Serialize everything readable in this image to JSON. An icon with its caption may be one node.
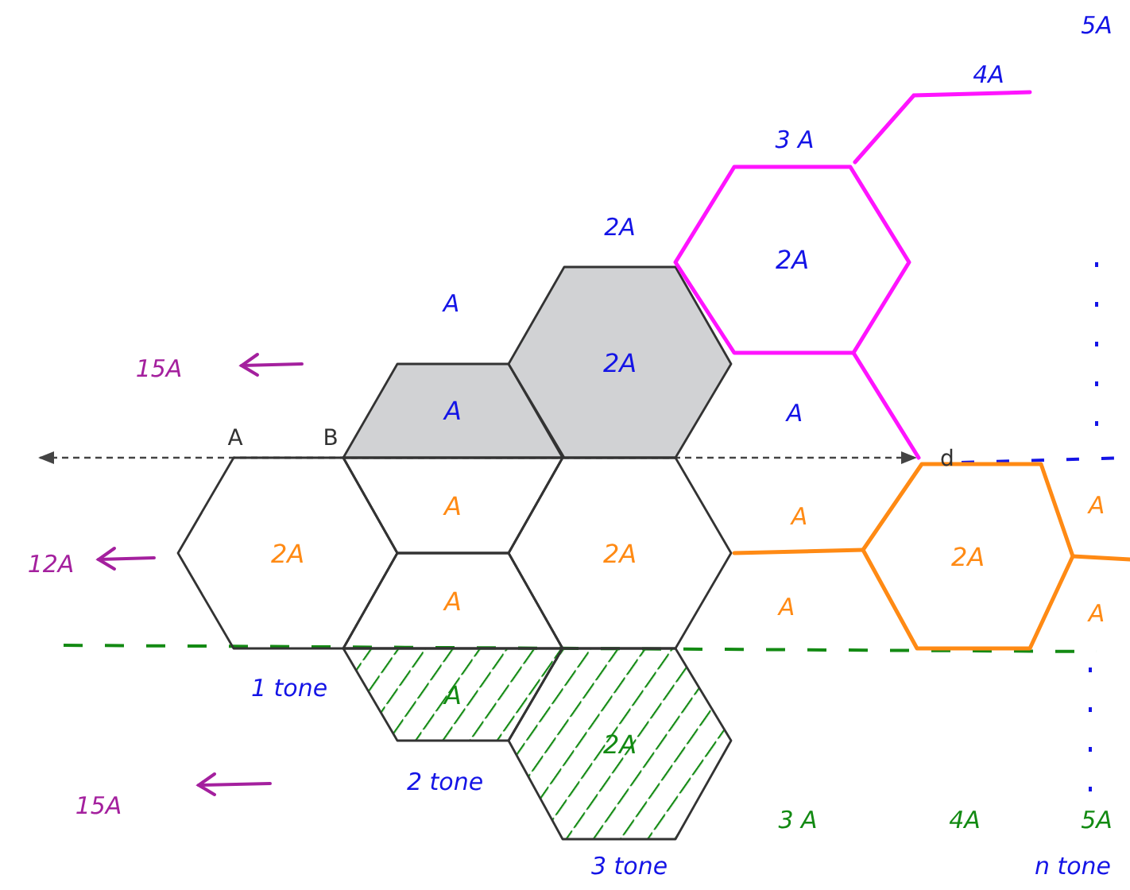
{
  "diagram": {
    "nodes": [
      {
        "text": [
          "A"
        ]
      },
      {
        "text": [
          "2A"
        ]
      },
      {
        "text": [
          "2A"
        ]
      },
      {
        "text": [
          "2A"
        ]
      },
      {
        "text": [
          "A"
        ]
      },
      {
        "text": [
          "A"
        ]
      },
      {
        "text": [
          "2A"
        ]
      },
      {
        "text": [
          "A"
        ]
      },
      {
        "text": [
          "2A"
        ]
      },
      {
        "text": [
          "2A"
        ]
      }
    ],
    "labels": [
      "5A",
      "4A",
      "3 A",
      "2A",
      "A",
      "15A",
      "A",
      "A",
      "B",
      "d",
      "A",
      "12A",
      "A",
      "A",
      "A",
      "1 tone",
      "2 tone",
      "15A",
      "3 A",
      "4A",
      "5A",
      "3 tone",
      "n tone"
    ]
  }
}
